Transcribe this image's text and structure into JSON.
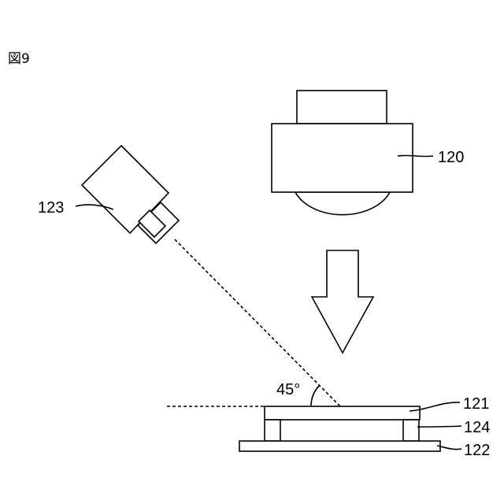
{
  "figure": {
    "title": "図9"
  },
  "labels": {
    "device_120": "120",
    "camera_123": "123",
    "plate_121": "121",
    "spacer_124": "124",
    "base_122": "122",
    "angle": "45°"
  }
}
